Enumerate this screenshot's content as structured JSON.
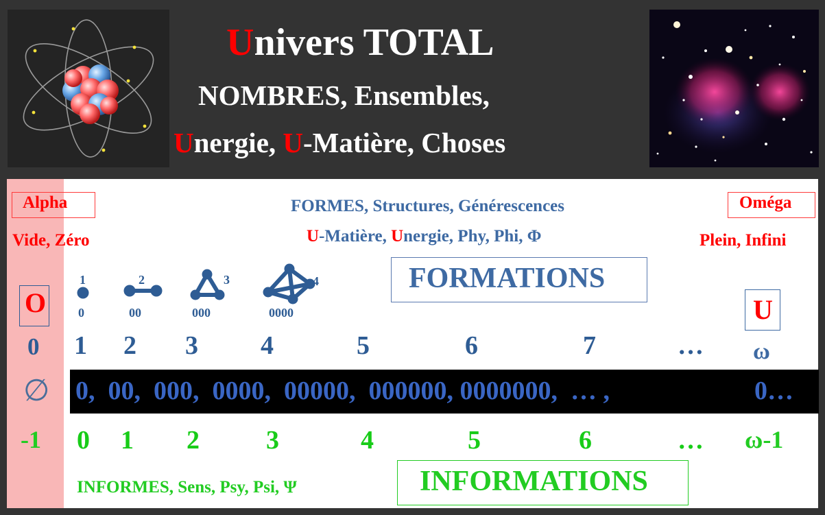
{
  "header": {
    "title_initial": "U",
    "title_rest": "nivers TOTAL",
    "line2": "NOMBRES, Ensembles,",
    "line3_u1": "U",
    "line3_a": "nergie, ",
    "line3_u2": "U",
    "line3_b": "-Matière, Choses"
  },
  "alpha": {
    "label": "Alpha",
    "subtitle": "Vide, Zéro",
    "symbol": "O",
    "number": "0",
    "empty_set": "∅",
    "minus": "-1"
  },
  "omega": {
    "label": "Oméga",
    "subtitle": "Plein, Infini",
    "symbol": "U",
    "number": "ω",
    "seq": "0…",
    "minus": "ω-1"
  },
  "formes": {
    "line1": "FORMES, Structures, Générescences",
    "u1": "U",
    "a": "-Matière, ",
    "u2": "U",
    "b": "nergie, Phy, Phi, Φ"
  },
  "formations_label": "FORMATIONS",
  "informes_label": "INFORMES, Sens, Psy, Psi, Ψ",
  "informations_label": "INFORMATIONS",
  "shapes": [
    {
      "num": "1",
      "zeros": "0"
    },
    {
      "num": "2",
      "zeros": "00"
    },
    {
      "num": "3",
      "zeros": "000"
    },
    {
      "num": "4",
      "zeros": "0000"
    }
  ],
  "blue_numbers": [
    "1",
    "2",
    "3",
    "4",
    "5",
    "6",
    "7",
    "…"
  ],
  "sequence_text": "0,  00,  000,  0000,  00000,  000000, 0000000,  … ,",
  "green_numbers": [
    "0",
    "1",
    "2",
    "3",
    "4",
    "5",
    "6",
    "…"
  ],
  "colors": {
    "red": "#ff0000",
    "blue": "#3e6aa3",
    "green": "#22cc22",
    "frame": "#333333",
    "alpha_band": "#f9b7b7",
    "sequence_band": "#000000"
  }
}
